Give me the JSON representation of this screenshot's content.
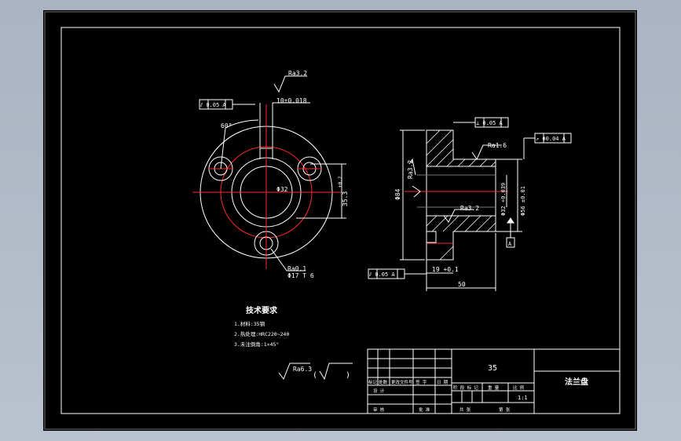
{
  "drawing": {
    "tech_req": {
      "title": "技术要求",
      "line1": "1.材料:35钢",
      "line2": "2.热处理:HRC220~240",
      "line3": "3.未注倒角:1×45°"
    },
    "roughness_general": "Ra6.3",
    "roughness_open": "(",
    "roughness_close": ")",
    "front_view": {
      "surface_rough": "Ra3.2",
      "keyway_width": "10±0.018",
      "flatness_box": "⫽ 0.05 A",
      "angle": "60°",
      "bore_dia": "Φ32",
      "keyway_depth": "35.3",
      "keyway_tol": "+0.2",
      "hole_rough": "Ra0.1",
      "hole_dia": "Φ17 T 6"
    },
    "side_view": {
      "tol_box_top": "⊥ 0.05 A",
      "rough_top": "Ra1.6",
      "tol_box_right": "↗ Φ0.04 A",
      "rough_left": "Ra3.2",
      "rough_mid": "Ra3.2",
      "dia_outer": "Φ84",
      "dia_bore": "Φ32 +0.039",
      "dia_shoulder": "Φ56 ±0.01",
      "length_small": "19 +0.1",
      "length_total": "50",
      "datum": "A",
      "tol_box_bottom": "⫽ 0.05 A"
    },
    "title_block": {
      "material": "35",
      "part_name": "法兰盘",
      "scale": "1:1",
      "hdr1": "标记",
      "hdr2": "处数",
      "hdr3": "更改文件号",
      "hdr4": "签 字",
      "hdr5": "日 期",
      "design": "设 计",
      "review": "审 核",
      "approve": "批 准",
      "stage": "阶 段 标 记",
      "weight": "重 量",
      "ratio": "比 例",
      "sheet": "共 张",
      "sheet2": "第 张"
    }
  },
  "colors": {
    "line": "#ffffff",
    "center": "#ff2a2a",
    "background": "#000000"
  }
}
